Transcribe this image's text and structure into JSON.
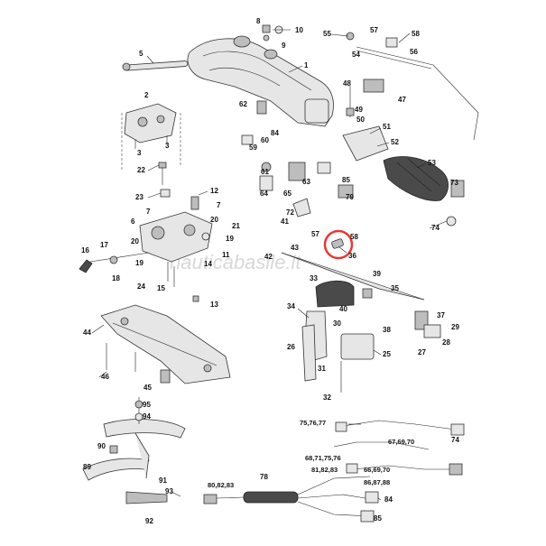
{
  "watermark": "nauticabasile.it",
  "highlight_color": "#e53935",
  "labels": {
    "l1": "1",
    "l2": "2",
    "l3a": "3",
    "l3b": "3",
    "l5": "5",
    "l6": "6",
    "l7a": "7",
    "l7b": "7",
    "l8": "8",
    "l9": "9",
    "l10": "10",
    "l11": "11",
    "l12": "12",
    "l13": "13",
    "l14": "14",
    "l15": "15",
    "l16": "16",
    "l17": "17",
    "l18": "18",
    "l19a": "19",
    "l19b": "19",
    "l20a": "20",
    "l20b": "20",
    "l21": "21",
    "l22": "22",
    "l23": "23",
    "l24": "24",
    "l25": "25",
    "l26": "26",
    "l27": "27",
    "l28": "28",
    "l29": "29",
    "l30": "30",
    "l31": "31",
    "l32": "32",
    "l33": "33",
    "l34": "34",
    "l35": "35",
    "l36": "36",
    "l37": "37",
    "l38": "38",
    "l39": "39",
    "l40": "40",
    "l41": "41",
    "l42": "42",
    "l43": "43",
    "l44": "44",
    "l45": "45",
    "l46": "46",
    "l47": "47",
    "l48": "48",
    "l49": "49",
    "l50": "50",
    "l51": "51",
    "l52": "52",
    "l53": "53",
    "l54": "54",
    "l55": "55",
    "l56": "56",
    "l57a": "57",
    "l57b": "57",
    "l58a": "58",
    "l58b": "58",
    "l59": "59",
    "l60": "60",
    "l61": "61",
    "l62": "62",
    "l63": "63",
    "l64": "64",
    "l65": "65",
    "l72": "72",
    "l73": "73",
    "l74a": "74",
    "l74b": "74",
    "l78": "78",
    "l79": "79",
    "l84a": "84",
    "l84b": "84",
    "l85a": "85",
    "l85b": "85",
    "l89": "89",
    "l90": "90",
    "l91": "91",
    "l92": "92",
    "l93": "93",
    "l94": "94",
    "l95": "95",
    "g75": "75,76,77",
    "g67": "67,69,70",
    "g68": "68,71,75,76",
    "g81": "81,82,83",
    "g66": "66,69,70",
    "g86": "86,87,88",
    "g80": "80,82,83"
  }
}
